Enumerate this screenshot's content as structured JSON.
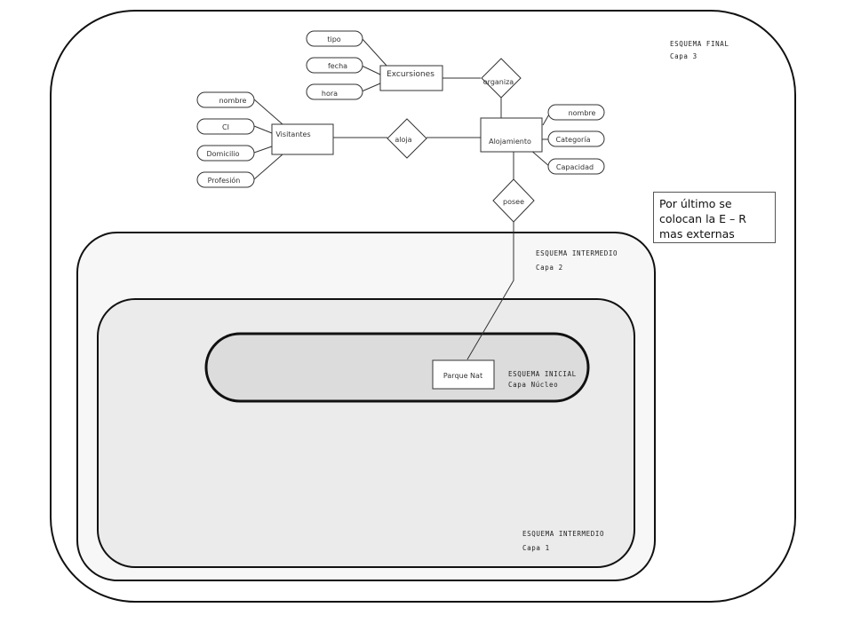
{
  "layers": {
    "final": {
      "title": "ESQUEMA FINAL",
      "subtitle": "Capa 3"
    },
    "intermedio2": {
      "title": "ESQUEMA INTERMEDIO",
      "subtitle": "Capa 2"
    },
    "intermedio1": {
      "title": "ESQUEMA INTERMEDIO",
      "subtitle": "Capa 1"
    },
    "inicial": {
      "title": "ESQUEMA INICIAL",
      "subtitle": "Capa Núcleo"
    }
  },
  "entities": {
    "excursiones": "Excursiones",
    "visitantes": "Visitantes",
    "alojamiento": "Alojamiento",
    "parque": "Parque Nat"
  },
  "relationships": {
    "organiza": "organiza",
    "aloja": "aloja",
    "posee": "posee"
  },
  "attributes": {
    "excursiones": [
      "tipo",
      "fecha",
      "hora"
    ],
    "visitantes": [
      "nombre",
      "CI",
      "Domicilio",
      "Profesión"
    ],
    "alojamiento": [
      "nombre",
      "Categoría",
      "Capacidad"
    ]
  },
  "note": "Por último se colocan la E – R mas externas",
  "colors": {
    "outer_fill": "#ffffff",
    "capa2_fill": "#f7f7f7",
    "capa1_fill": "#ebebeb",
    "nucleo_fill": "#dcdcdc",
    "border": "#111111"
  }
}
